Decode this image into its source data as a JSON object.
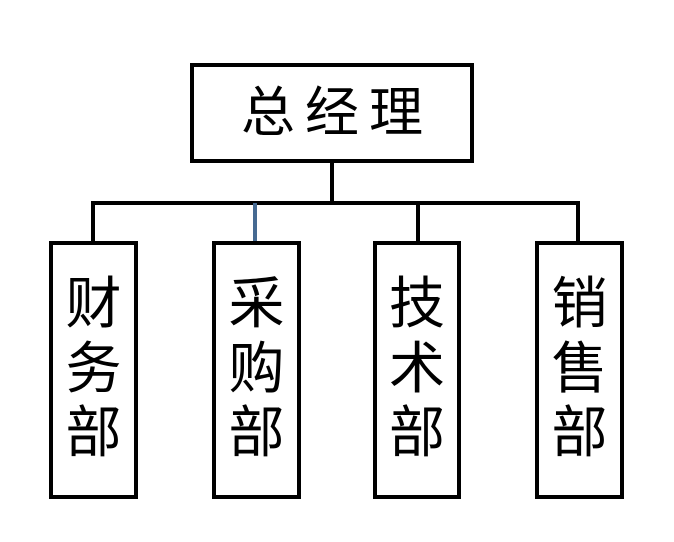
{
  "diagram": {
    "type": "org-chart",
    "root": {
      "label": "总经理"
    },
    "departments": [
      {
        "label": "财务部"
      },
      {
        "label": "采购部"
      },
      {
        "label": "技术部"
      },
      {
        "label": "销售部"
      }
    ],
    "colors": {
      "background": "#ffffff",
      "line": "#000000",
      "box_border": "#000000",
      "highlight_connector": "#466a92"
    }
  }
}
